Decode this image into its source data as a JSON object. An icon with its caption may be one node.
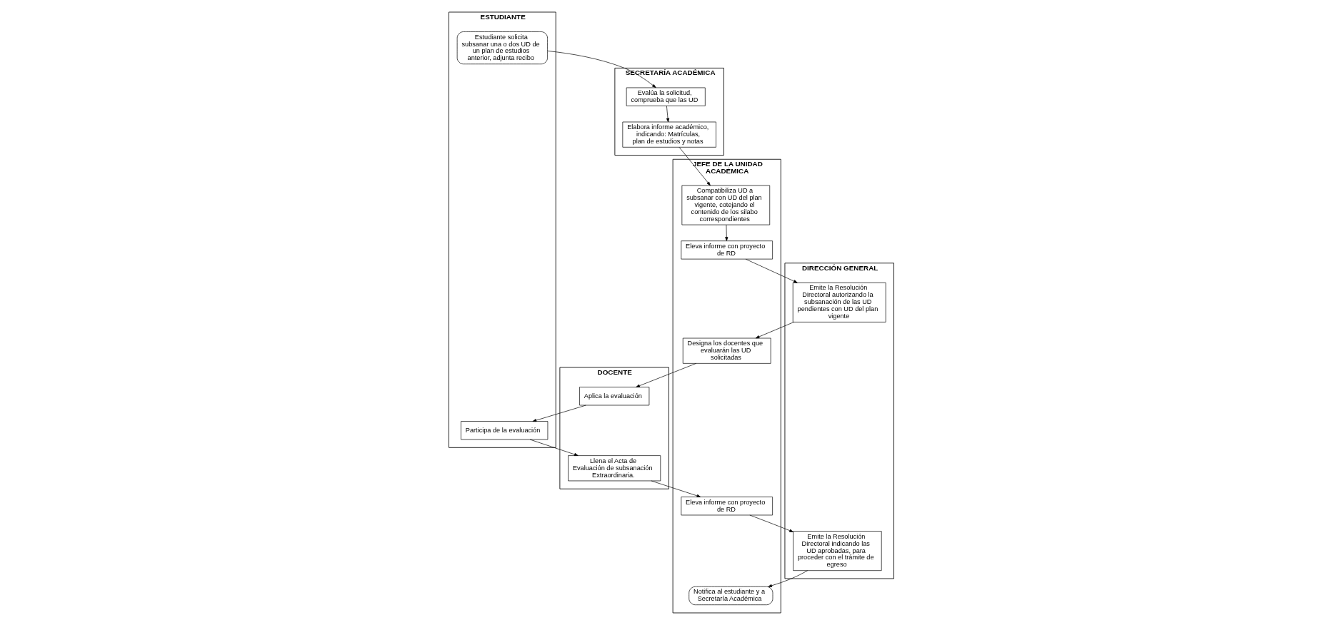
{
  "diagram": {
    "nodes": [
      {
        "text": [
          "DIRECCIÓN GENERAL"
        ]
      },
      {
        "text": [
          "JEFE DE LA UNIDAD ACADÉMICA"
        ]
      },
      {
        "text": [
          "SECRETARÍA ACADÉMICA"
        ]
      },
      {
        "text": [
          "DOCENTE"
        ]
      },
      {
        "text": [
          "ESTUDIANTE"
        ]
      },
      {
        "text": [
          "Emite la Resolución Directoral autorizando la subsanación de las UD pendientes con UD del plan vigente"
        ],
        "in": 0
      },
      {
        "text": [
          "Compatibiliza UD a subsanar con UD del plan vigente, cotejando el contenido de los silabo correspondientes"
        ],
        "in": 1
      },
      {
        "text": [
          "Evalúa la solicitud, comprueba que las UD"
        ],
        "in": 2
      },
      {
        "text": [
          "Estudiante solicita subsanar una o dos UD de un plan de estudios anterior, adjunta recibo"
        ],
        "in": 4
      },
      {
        "text": [
          "Elabora informe académico, indicando: Matrículas, plan de estudios y notas"
        ],
        "in": 2
      },
      {
        "text": [
          "Eleva informe con proyecto de RD"
        ],
        "in": 1
      },
      {
        "text": [
          "Designa los docentes que evaluarán las UD solicitadas"
        ],
        "in": 1
      },
      {
        "text": [
          "Aplica la evaluación"
        ],
        "in": 3
      },
      {
        "text": [
          "Participa de la evaluación"
        ],
        "in": 4
      },
      {
        "text": [
          "Emite la Resolución Directoral indicando las UD aprobadas, para proceder con el trámite de egreso"
        ],
        "in": 0
      },
      {
        "text": [
          "Eleva informe con proyecto de RD"
        ],
        "in": 1
      },
      {
        "text": [
          "Llena el Acta de Evaluación de subsanación Extraordinaria."
        ],
        "in": 3
      },
      {
        "text": [
          "Notifica al estudiante y a Secretaría Académica"
        ],
        "in": 1
      }
    ],
    "edges": [
      {
        "from": 8,
        "to": 7,
        "arrow": "to"
      },
      {
        "from": 7,
        "to": 9,
        "arrow": "to"
      },
      {
        "from": 9,
        "to": 6,
        "arrow": "to"
      },
      {
        "from": 6,
        "to": 10,
        "arrow": "to"
      },
      {
        "from": 10,
        "to": 5,
        "arrow": "to"
      },
      {
        "from": 5,
        "to": 11,
        "arrow": "to"
      },
      {
        "from": 11,
        "to": 12,
        "arrow": "to"
      },
      {
        "from": 12,
        "to": 13,
        "arrow": "to"
      },
      {
        "from": 13,
        "to": 16,
        "arrow": "to"
      },
      {
        "from": 16,
        "to": 15,
        "arrow": "to"
      },
      {
        "from": 15,
        "to": 14,
        "arrow": "to"
      },
      {
        "from": 14,
        "to": 17,
        "arrow": "to"
      }
    ]
  }
}
